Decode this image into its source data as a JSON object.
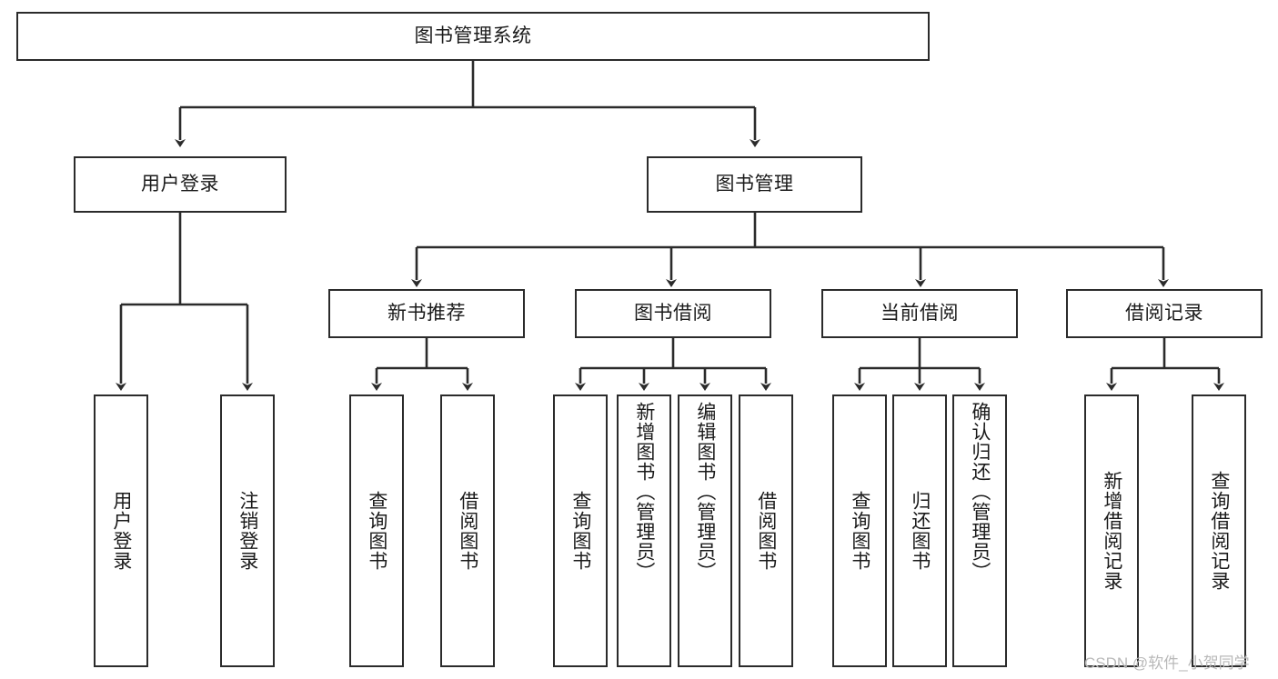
{
  "diagram": {
    "type": "tree-hierarchy",
    "title": "图书管理系统",
    "watermark": "CSDN @软件_小贺同学",
    "colors": {
      "stroke": "#2b2b2b",
      "fill": "#ffffff",
      "text": "#1b1b1b",
      "watermark": "#b9b9b9"
    },
    "nodes": {
      "root": {
        "label": "图书管理系统"
      },
      "level2": [
        {
          "label": "用户登录"
        },
        {
          "label": "图书管理"
        }
      ],
      "level3": [
        {
          "label": "新书推荐"
        },
        {
          "label": "图书借阅"
        },
        {
          "label": "当前借阅"
        },
        {
          "label": "借阅记录"
        }
      ],
      "leaves": {
        "user_login": [
          {
            "label": "用户登录"
          },
          {
            "label": "注销登录"
          }
        ],
        "new_book_recommend": [
          {
            "label": "查询图书"
          },
          {
            "label": "借阅图书"
          }
        ],
        "book_borrow": [
          {
            "label": "查询图书"
          },
          {
            "label": "新增图书（管理员）"
          },
          {
            "label": "编辑图书（管理员）"
          },
          {
            "label": "借阅图书"
          }
        ],
        "current_borrow": [
          {
            "label": "查询图书"
          },
          {
            "label": "归还图书"
          },
          {
            "label": "确认归还（管理员）"
          }
        ],
        "borrow_record": [
          {
            "label": "新增借阅记录"
          },
          {
            "label": "查询借阅记录"
          }
        ]
      }
    }
  }
}
